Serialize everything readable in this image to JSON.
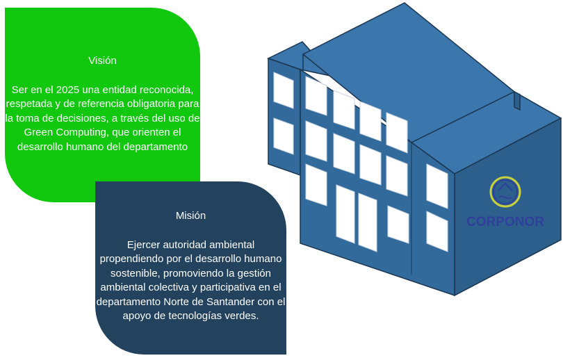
{
  "vision": {
    "title": "Visión",
    "body": "Ser en el 2025 una entidad reconocida, respetada y de referencia obligatoria para la toma de decisiones, a través del uso de Green Computing, que orienten el desarrollo humano del departamento"
  },
  "mision": {
    "title": "Misión",
    "body": "Ejercer autoridad ambiental propendiendo por el desarrollo humano sostenible, promoviendo la gestión ambiental colectiva y participativa en el departamento Norte de Santander con el apoyo de tecnologías verdes."
  },
  "logo": {
    "text": "CORPONOR"
  },
  "colors": {
    "vision_bg": "#11c80f",
    "mision_bg": "#23425e",
    "building_front": "#336a9c",
    "building_top": "#3b77ad",
    "building_side": "#2d5f8d",
    "building_outline": "#1a3550",
    "window": "#ffffff",
    "logo_text": "#2f3f9a",
    "logo_ring": "#c8d23a"
  }
}
